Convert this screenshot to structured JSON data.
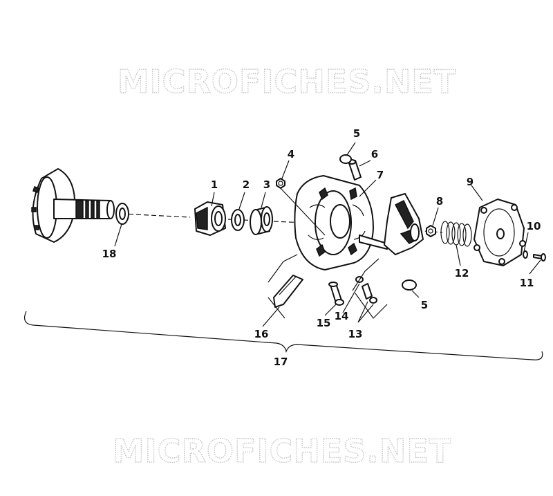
{
  "watermark": {
    "top": "MICROFICHES.NET",
    "bottom": "MICROFICHES.NET"
  },
  "callouts": {
    "c1": "1",
    "c2": "2",
    "c3": "3",
    "c4": "4",
    "c5a": "5",
    "c5b": "5",
    "c6": "6",
    "c7": "7",
    "c8": "8",
    "c9": "9",
    "c10": "10",
    "c11": "11",
    "c12": "12",
    "c13": "13",
    "c14": "14",
    "c15": "15",
    "c16": "16",
    "c17": "17",
    "c18": "18"
  }
}
